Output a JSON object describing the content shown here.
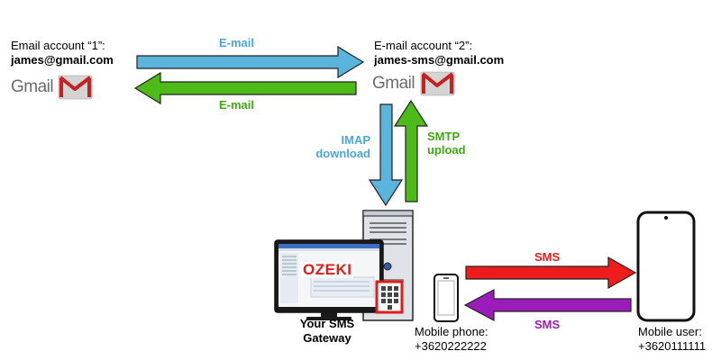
{
  "account1": {
    "caption": "Email account “1”:",
    "address": "james@gmail.com"
  },
  "account2": {
    "caption": "E-mail account “2”:",
    "address": "james-sms@gmail.com"
  },
  "gmail_logo": {
    "text": "Gmail",
    "icon": "gmail-envelope-icon"
  },
  "arrows": {
    "email_top": "E-mail",
    "email_bottom": "E-mail",
    "imap": [
      "IMAP",
      "download"
    ],
    "smtp": [
      "SMTP",
      "upload"
    ],
    "sms_top": "SMS",
    "sms_bottom": "SMS"
  },
  "gateway": {
    "brand": "OZEKI",
    "caption": [
      "Your SMS",
      "Gateway"
    ]
  },
  "mobile_phone": {
    "caption": "Mobile phone:",
    "number": "+3620222222"
  },
  "mobile_user": {
    "caption": "Mobile user:",
    "number": "+3620111111"
  },
  "colors": {
    "email_blue": "#5ab4dc",
    "email_green": "#4cbb17",
    "label_blue": "#4aa8d8",
    "label_green": "#3fa812",
    "sms_red": "#ee1c1c",
    "sms_purple": "#9b1cb8",
    "ozeki_red": "#e21b1b"
  }
}
